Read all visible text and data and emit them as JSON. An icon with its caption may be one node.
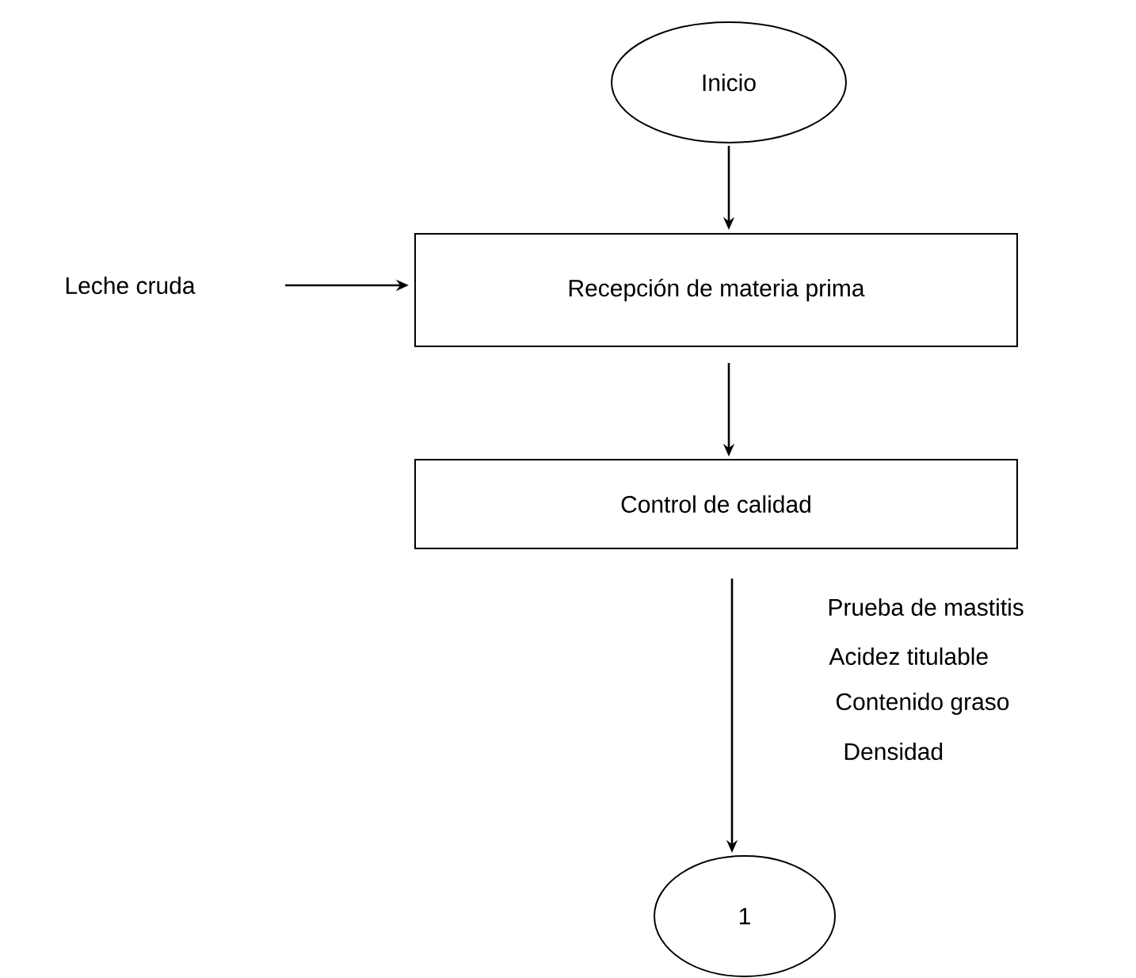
{
  "diagram": {
    "nodes": [
      {
        "text": [
          "Inicio"
        ]
      },
      {
        "text": [
          "Leche cruda"
        ]
      },
      {
        "text": [
          "Recepción de materia prima"
        ]
      },
      {
        "text": [
          "Control de calidad"
        ]
      },
      {
        "text": [
          "1"
        ]
      }
    ],
    "edges": [
      {
        "from": 0,
        "to": 2,
        "arrow": "to"
      },
      {
        "from": 1,
        "to": 2,
        "arrow": "to"
      },
      {
        "from": 2,
        "to": 3,
        "arrow": "to"
      },
      {
        "from": 3,
        "to": 4,
        "arrow": "to"
      }
    ],
    "labels": [
      "Prueba de mastitis",
      "Acidez titulable",
      "Contenido graso",
      "Densidad"
    ]
  }
}
